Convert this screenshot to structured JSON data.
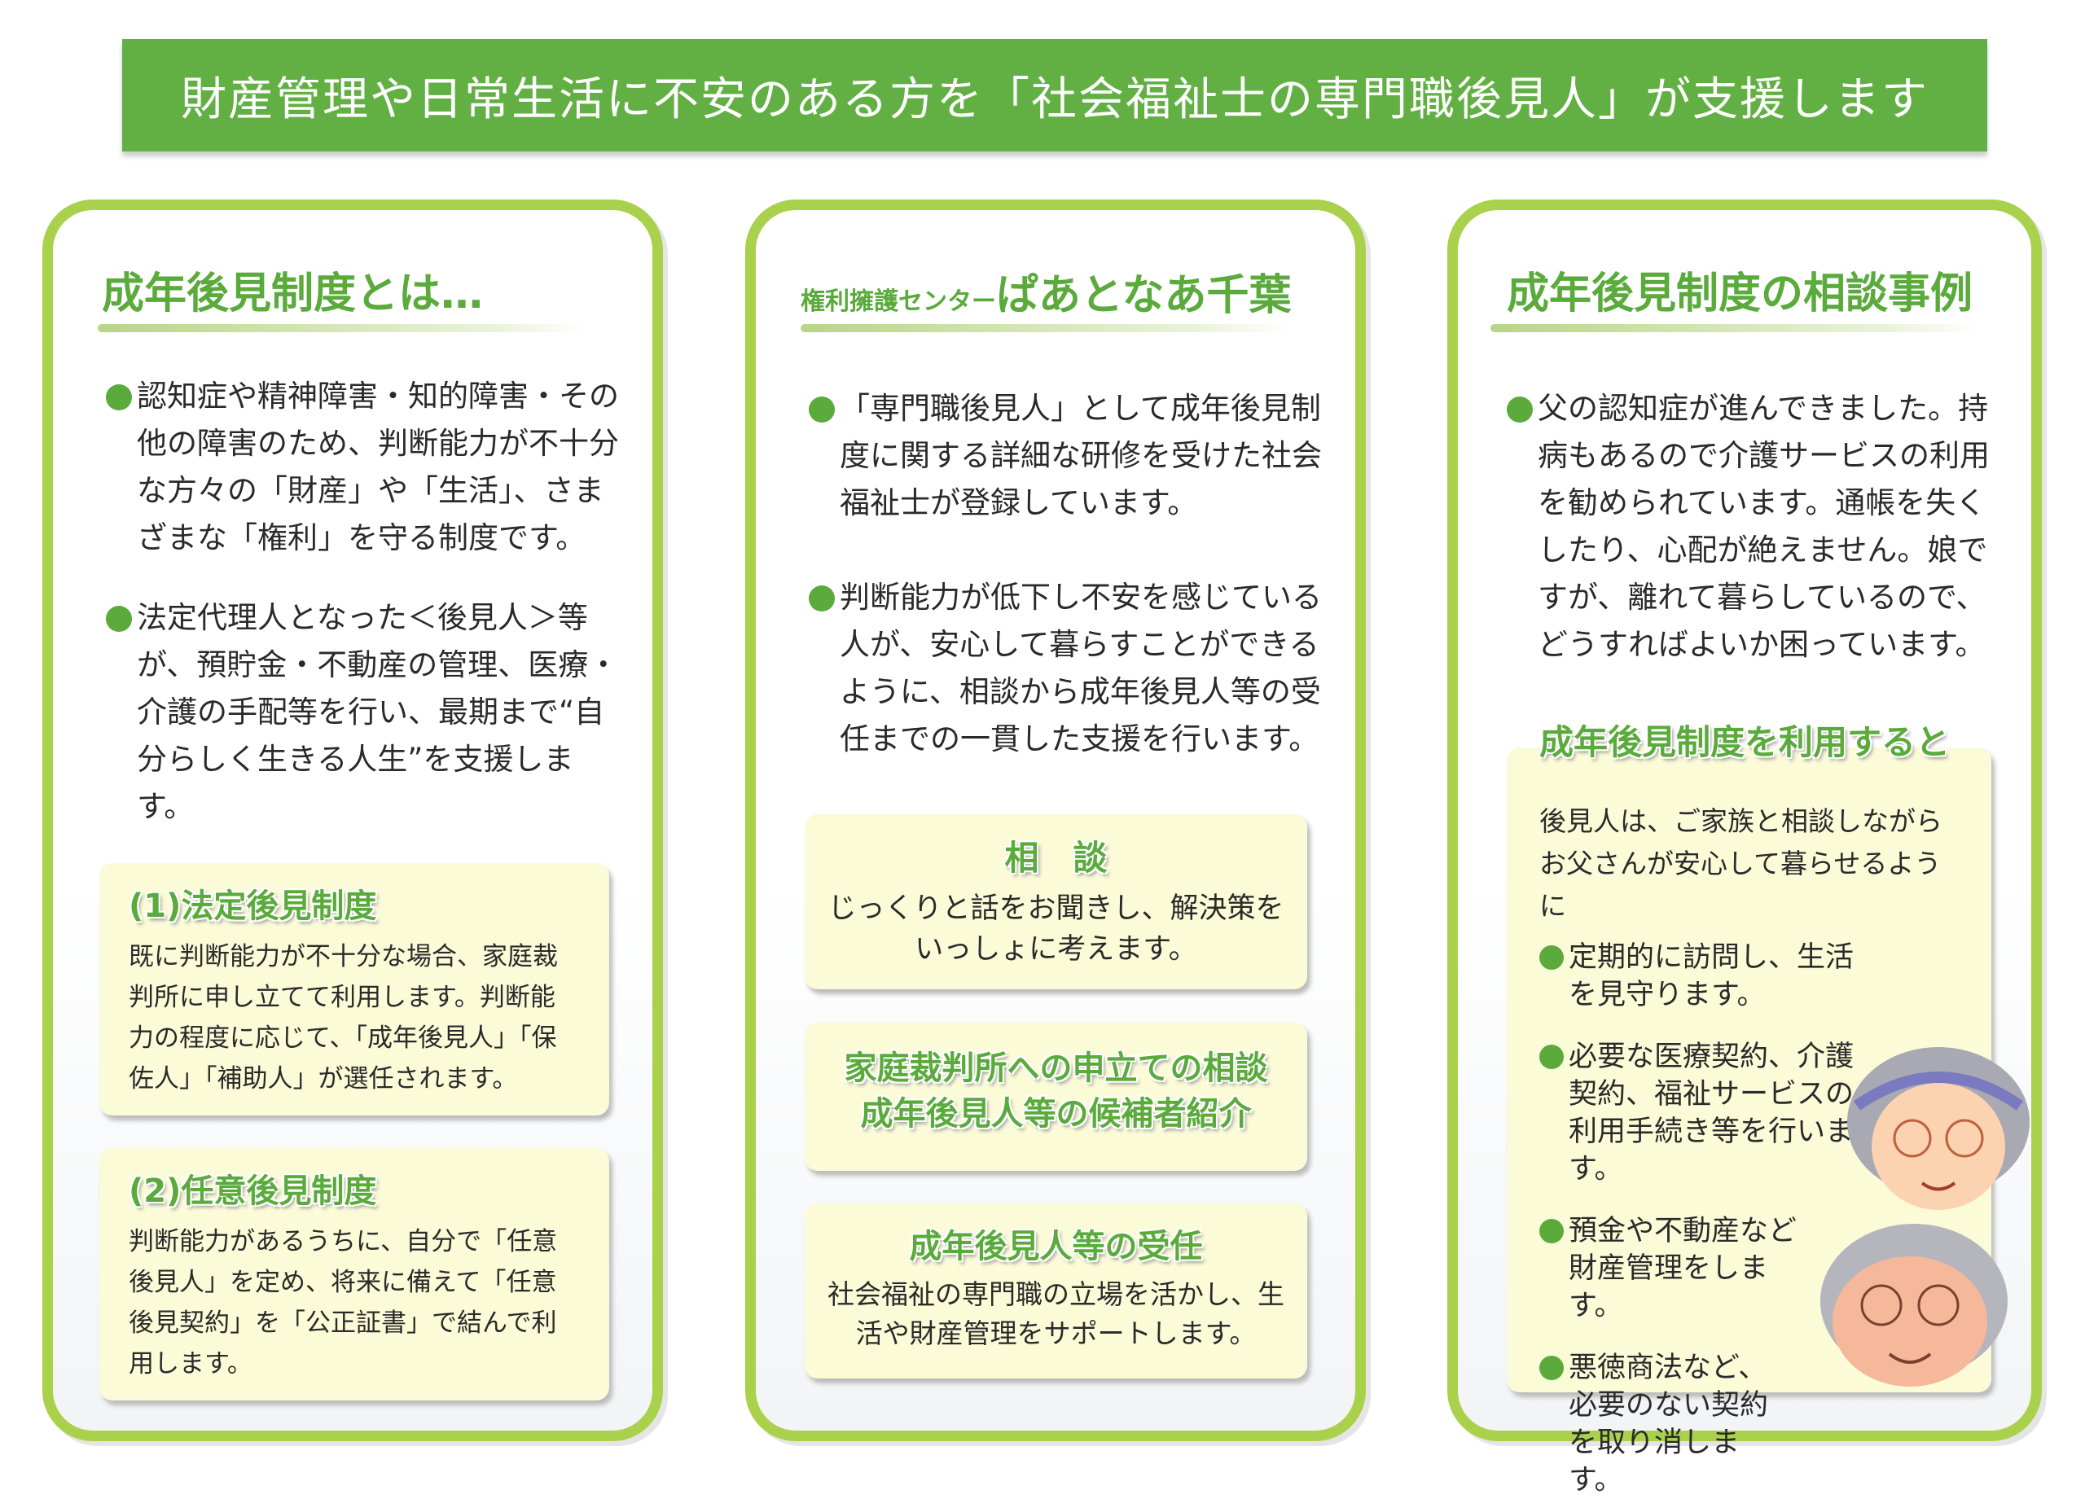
{
  "banner": {
    "title": "財産管理や日常生活に不安のある方を「社会福祉士の専門職後見人」が支援します"
  },
  "left": {
    "heading": "成年後見制度とは…",
    "bullets": [
      "認知症や精神障害・知的障害・その他の障害のため、判断能力が不十分な方々の「財産」や「生活」、さまざまな「権利」を守る制度です。",
      "法定代理人となった＜後見人＞等が、預貯金・不動産の管理、医療・介護の手配等を行い、最期まで“自分らしく生きる人生”を支援します。"
    ],
    "boxes": [
      {
        "title": "(1)法定後見制度",
        "text": "既に判断能力が不十分な場合、家庭裁判所に申し立てて利用します。判断能力の程度に応じて、「成年後見人」「保佐人」「補助人」が選任されます。"
      },
      {
        "title": "(2)任意後見制度",
        "text": "判断能力があるうちに、自分で「任意後見人」を定め、将来に備えて「任意後見契約」を「公正証書」で結んで利用します。"
      }
    ]
  },
  "middle": {
    "heading_small": "権利擁護センター",
    "heading": "ぱあとなあ千葉",
    "bullets": [
      "「専門職後見人」として成年後見制度に関する詳細な研修を受けた社会福祉士が登録しています。",
      "判断能力が低下し不安を感じている人が、安心して暮らすことができるように、相談から成年後見人等の受任までの一貫した支援を行います。"
    ],
    "boxes": [
      {
        "title": "相　談",
        "text": "じっくりと話をお聞きし、解決策をいっしょに考えます。"
      },
      {
        "title": "家庭裁判所への申立ての相談",
        "title2": "成年後見人等の候補者紹介"
      },
      {
        "title": "成年後見人等の受任",
        "text": "社会福祉の専門職の立場を活かし、生活や財産管理をサポートします。"
      }
    ]
  },
  "right": {
    "heading": "成年後見制度の相談事例",
    "bullet": "父の認知症が進んできました。持病もあるので介護サービスの利用を勧められています。通帳を失くしたり、心配が絶えません。娘ですが、離れて暮らしているので、どうすればよいか困っています。",
    "box": {
      "title": "成年後見制度を利用すると",
      "intro": "後見人は、ご家族と相談しながらお父さんが安心して暮らせるように",
      "items": [
        "定期的に訪問し、生活を見守ります。",
        "必要な医療契約、介護契約、福祉サービスの利用手続き等を行います。",
        "預金や不動産など財産管理をします。",
        "悪徳商法など、必要のない契約を取り消します。"
      ]
    }
  },
  "colors": {
    "green": "#62b044",
    "border": "#a9d14c",
    "box": "#fbfbd8"
  }
}
